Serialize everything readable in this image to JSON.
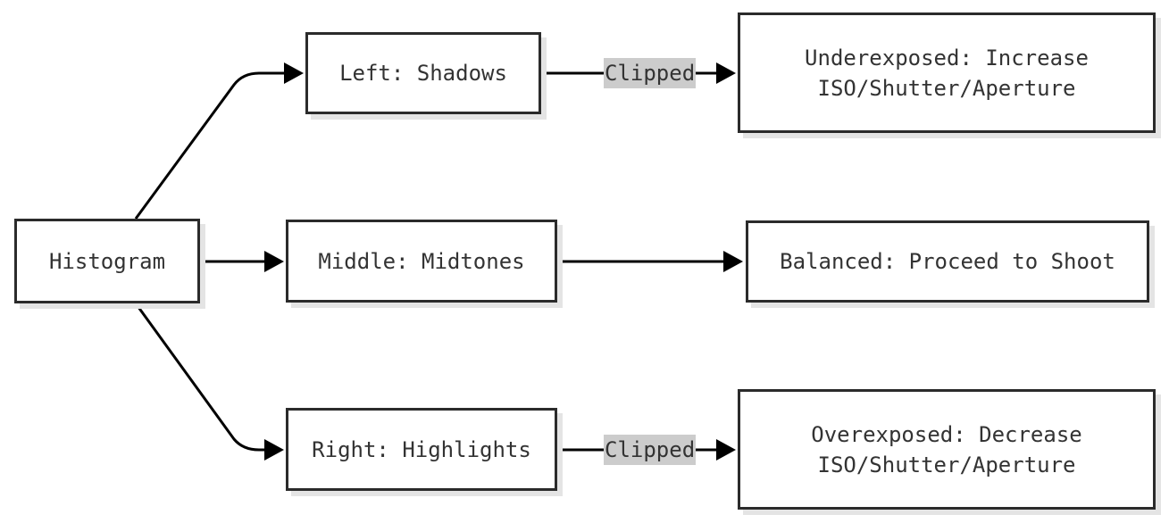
{
  "nodes": {
    "histogram": "Histogram",
    "left_shadows": "Left: Shadows",
    "middle_midtones": "Middle: Midtones",
    "right_highlights": "Right: Highlights",
    "underexposed": "Underexposed: Increase\nISO/Shutter/Aperture",
    "balanced": "Balanced: Proceed to Shoot",
    "overexposed": "Overexposed: Decrease\nISO/Shutter/Aperture"
  },
  "edge_labels": {
    "shadows_to_underexposed": "Clipped",
    "highlights_to_overexposed": "Clipped"
  },
  "colors": {
    "stroke": "#000000",
    "node_border": "#2b2b2b",
    "node_shadow": "#e4e4e4",
    "label_background": "#cccccc",
    "text": "#333333"
  }
}
